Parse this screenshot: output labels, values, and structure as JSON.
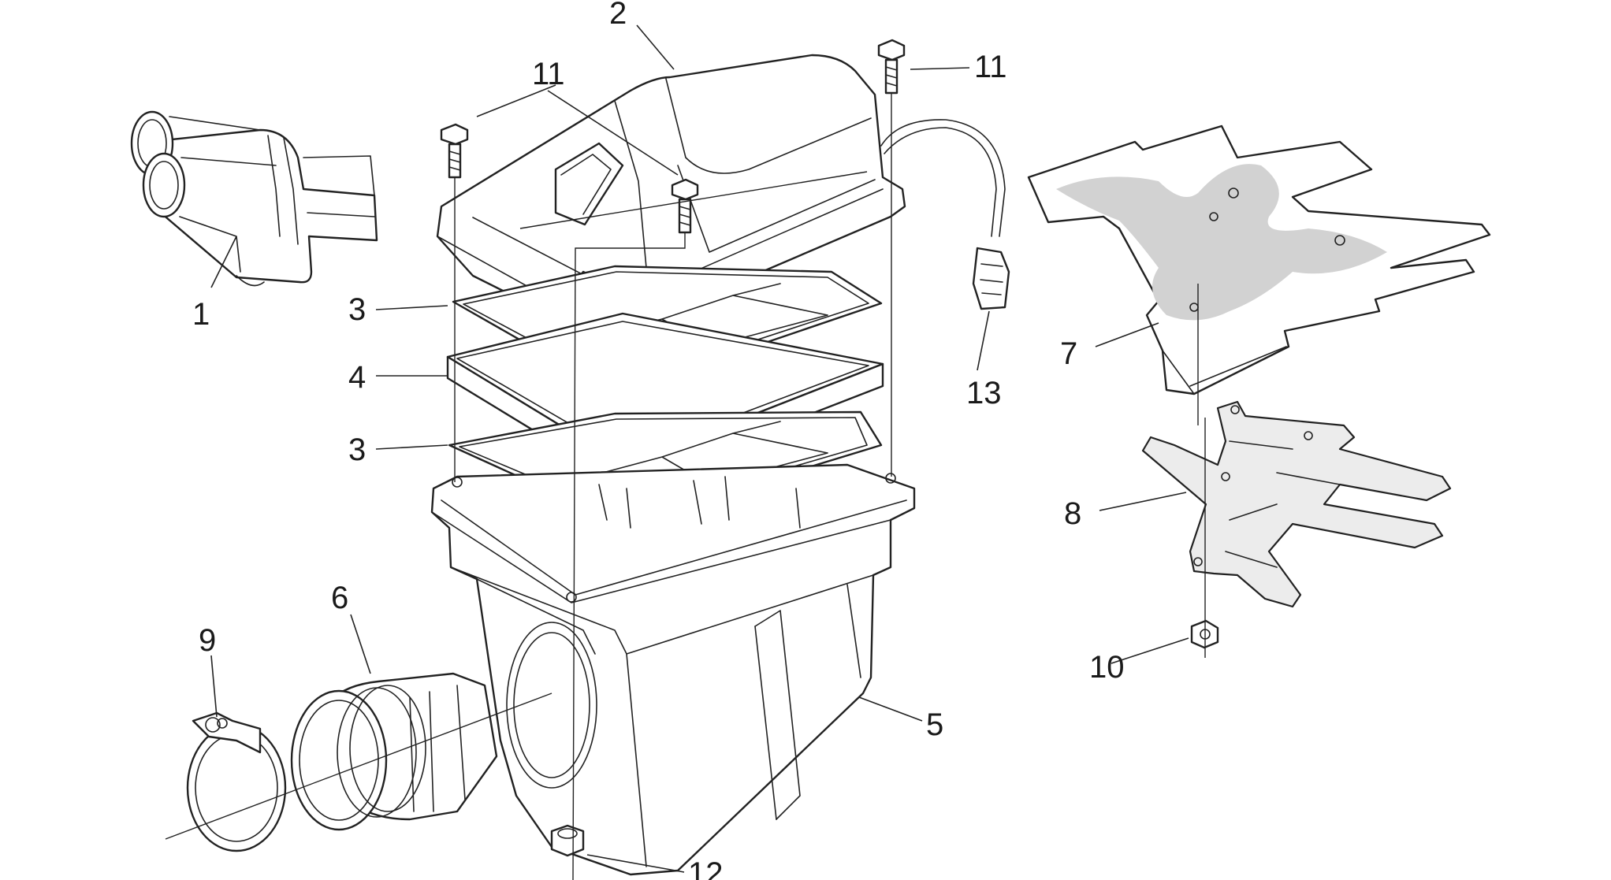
{
  "diagram": {
    "callouts": [
      {
        "id": "c1",
        "label": "1"
      },
      {
        "id": "c2",
        "label": "2"
      },
      {
        "id": "c3a",
        "label": "3"
      },
      {
        "id": "c3b",
        "label": "3"
      },
      {
        "id": "c4",
        "label": "4"
      },
      {
        "id": "c5",
        "label": "5"
      },
      {
        "id": "c6",
        "label": "6"
      },
      {
        "id": "c7",
        "label": "7"
      },
      {
        "id": "c8",
        "label": "8"
      },
      {
        "id": "c9",
        "label": "9"
      },
      {
        "id": "c10",
        "label": "10"
      },
      {
        "id": "c11a",
        "label": "11"
      },
      {
        "id": "c11b",
        "label": "11"
      },
      {
        "id": "c12",
        "label": "12"
      },
      {
        "id": "c13",
        "label": "13"
      }
    ]
  }
}
